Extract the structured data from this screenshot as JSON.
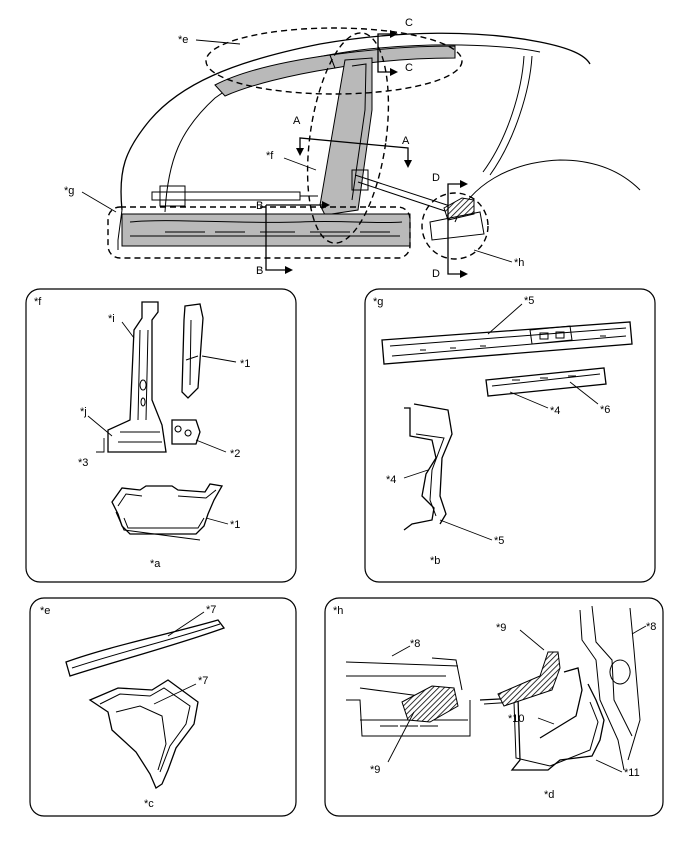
{
  "labels": {
    "e": "*e",
    "f": "*f",
    "g": "*g",
    "h": "*h",
    "i": "*i",
    "j": "*j",
    "a": "*a",
    "b": "*b",
    "c": "*c",
    "d": "*d",
    "n1": "*1",
    "n2": "*2",
    "n3": "*3",
    "n4": "*4",
    "n5": "*5",
    "n6": "*6",
    "n7": "*7",
    "n8": "*8",
    "n9": "*9",
    "n10": "*10",
    "n11": "*11"
  },
  "section_marks": {
    "A": "A",
    "B": "B",
    "C": "C",
    "D": "D"
  }
}
